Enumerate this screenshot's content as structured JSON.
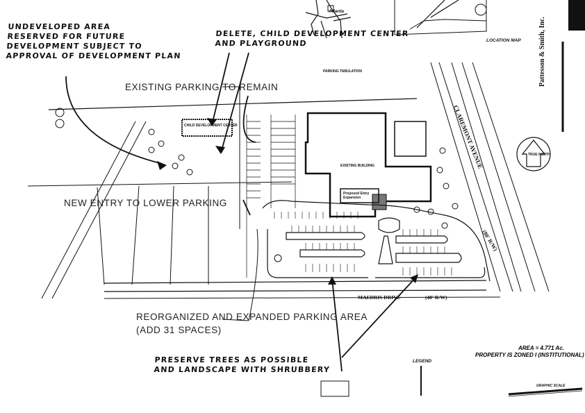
{
  "annotations": {
    "undeveloped_area": [
      "UNDEVELOPED AREA",
      "RESERVED FOR FUTURE",
      "DEVELOPMENT SUBJECT TO",
      "APPROVAL OF DEVELOPMENT PLAN"
    ],
    "delete_child_center": [
      "DELETE, CHILD DEVELOPMENT CENTER",
      "AND PLAYGROUND"
    ],
    "existing_parking": "EXISTING PARKING TO REMAIN",
    "new_entry": "NEW ENTRY TO LOWER PARKING",
    "reorganized_parking": [
      "REORGANIZED AND EXPANDED PARKING AREA",
      "(ADD 31 SPACES)"
    ],
    "preserve_trees": [
      "PRESERVE TREES AS POSSIBLE",
      "AND LANDSCAPE WITH SHRUBBERY"
    ]
  },
  "plan_labels": {
    "location_map": "LOCATION MAP",
    "atlanta": "Atlanta",
    "firm_name": "Pattesson & Smith, Inc.",
    "parking_tabulation_title": "PARKING TABULATION",
    "child_center_box": "CHILD DEVELOPMENT CENTER",
    "existing_building": "EXISTING BUILDING",
    "proposed_entry": [
      "Proposed Entry",
      "Expansion"
    ],
    "claremont_avenue": "CLAREMONT AVENUE",
    "right_of_way_80": "(80' R/W)",
    "maedris_drive": "MAEDRIS DRIVE",
    "right_of_way_40": "(40' R/W)",
    "north_arrow": "TRUE NORTH",
    "area": "AREA = 4.771 Ac.",
    "zoning": "PROPERTY IS ZONED I (INSTITUTIONAL)",
    "legend_title": "LEGEND",
    "graphic_scale": "GRAPHIC SCALE"
  }
}
